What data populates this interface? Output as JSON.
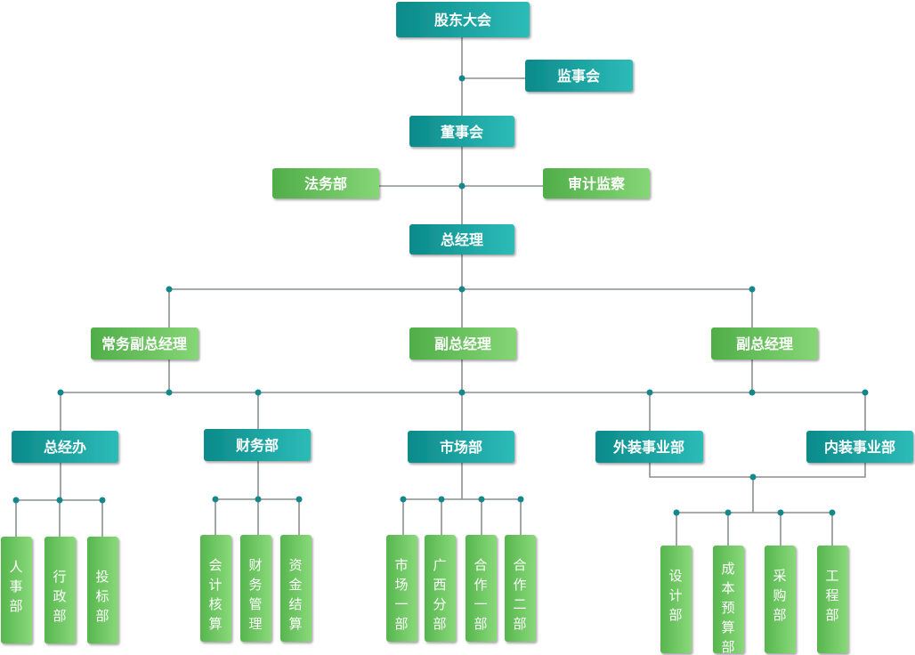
{
  "colors": {
    "teal_dark": "#0b8a8a",
    "teal_light": "#2dbcb8",
    "green_dark": "#4fae48",
    "green_light": "#86d676",
    "line": "#8a8f8f",
    "dot": "#14878a"
  },
  "nodes": {
    "shareholders": "股东大会",
    "supervisors": "监事会",
    "board": "董事会",
    "legal": "法务部",
    "audit": "审计监察",
    "gm": "总经理",
    "exec_vgm": "常务副总经理",
    "vgm1": "副总经理",
    "vgm2": "副总经理",
    "gm_office": "总经办",
    "finance": "财务部",
    "market": "市场部",
    "exterior": "外装事业部",
    "interior": "内装事业部",
    "hr": "人事部",
    "admin": "行政部",
    "bidding": "投标部",
    "accounting": "会计核算",
    "fin_mgmt": "财务管理",
    "fund": "资金结算",
    "market1": "市场一部",
    "guangxi": "广西分部",
    "coop1": "合作一部",
    "coop2": "合作二部",
    "design": "设计部",
    "budget": "成本预算部",
    "purchase": "采购部",
    "engineering": "工程部"
  }
}
